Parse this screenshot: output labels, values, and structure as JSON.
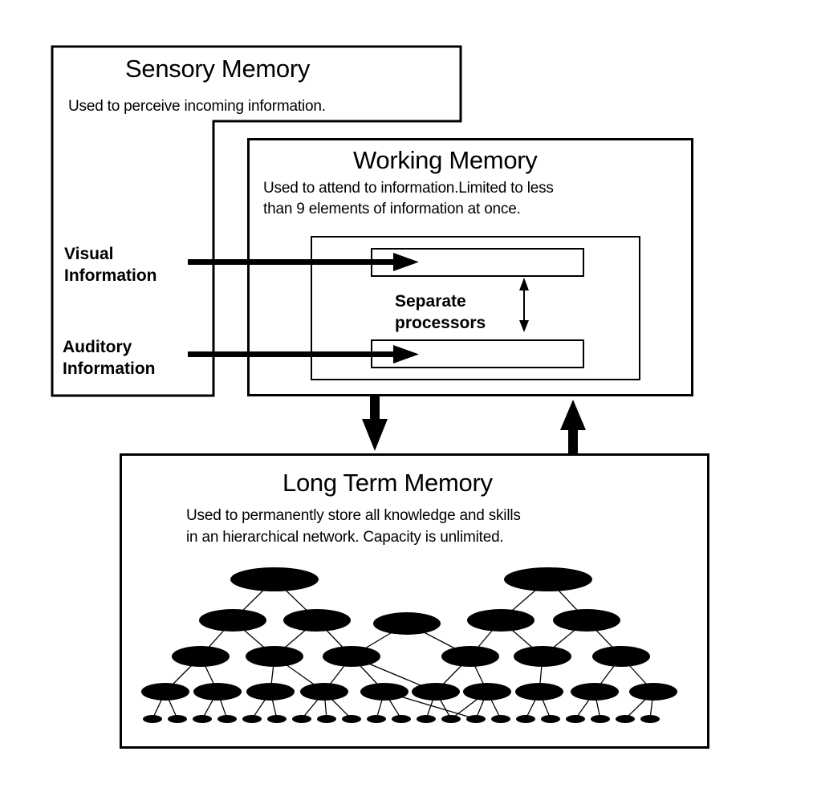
{
  "sensory": {
    "title": "Sensory Memory",
    "desc": "Used to perceive incoming information."
  },
  "working": {
    "title": "Working Memory",
    "desc1": "Used to attend to information.Limited to less",
    "desc2": "than 9 elements of information at once."
  },
  "inputs": {
    "visual1": "Visual",
    "visual2": "Information",
    "auditory1": "Auditory",
    "auditory2": "Information"
  },
  "processors": {
    "label1": "Separate",
    "label2": "processors"
  },
  "longterm": {
    "title": "Long Term Memory",
    "desc1": "Used to permanently store all knowledge and skills",
    "desc2": "in an hierarchical network. Capacity is unlimited."
  },
  "colors": {
    "line": "#000000",
    "background": "#ffffff"
  }
}
